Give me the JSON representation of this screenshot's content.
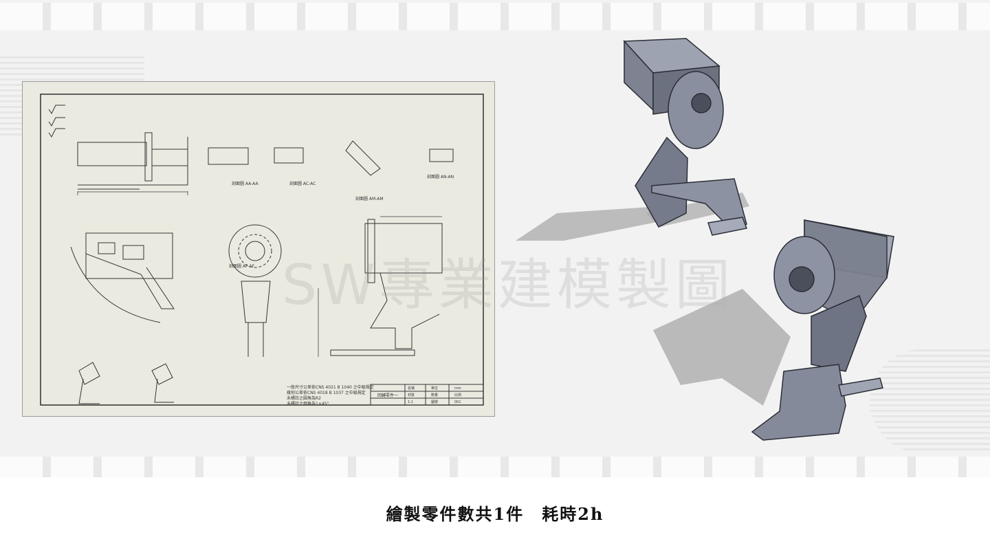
{
  "slide": {
    "caption": "繪製零件數共1件　耗時2h",
    "watermark": "SW專業建模製圖"
  },
  "drawing": {
    "section_labels": [
      "剖面圖 AA-AA",
      "剖面圖 AC-AC",
      "剖面圖 AM-AM",
      "剖面圖 AN-AN",
      "剖面圖 AF-AF"
    ],
    "notes": [
      "一般尺寸公差依CNS 4021 B 1040 之中級規定",
      "幾何公差依CNS 4018 B 1037 之中級規定",
      "未標註之圓角為R2",
      "未標註之倒角為1×45°"
    ],
    "title_block_name": "回轉零件一",
    "title_block_cells": [
      "名稱",
      "單位",
      "mm",
      "材質",
      "數量",
      "比例",
      "1:1",
      "圖號",
      "001"
    ]
  },
  "colors": {
    "background": "#f2f2f2",
    "sheet": "#ebeae0",
    "model_metal": "#7e8392",
    "model_shadow": "#a9a9a9"
  }
}
